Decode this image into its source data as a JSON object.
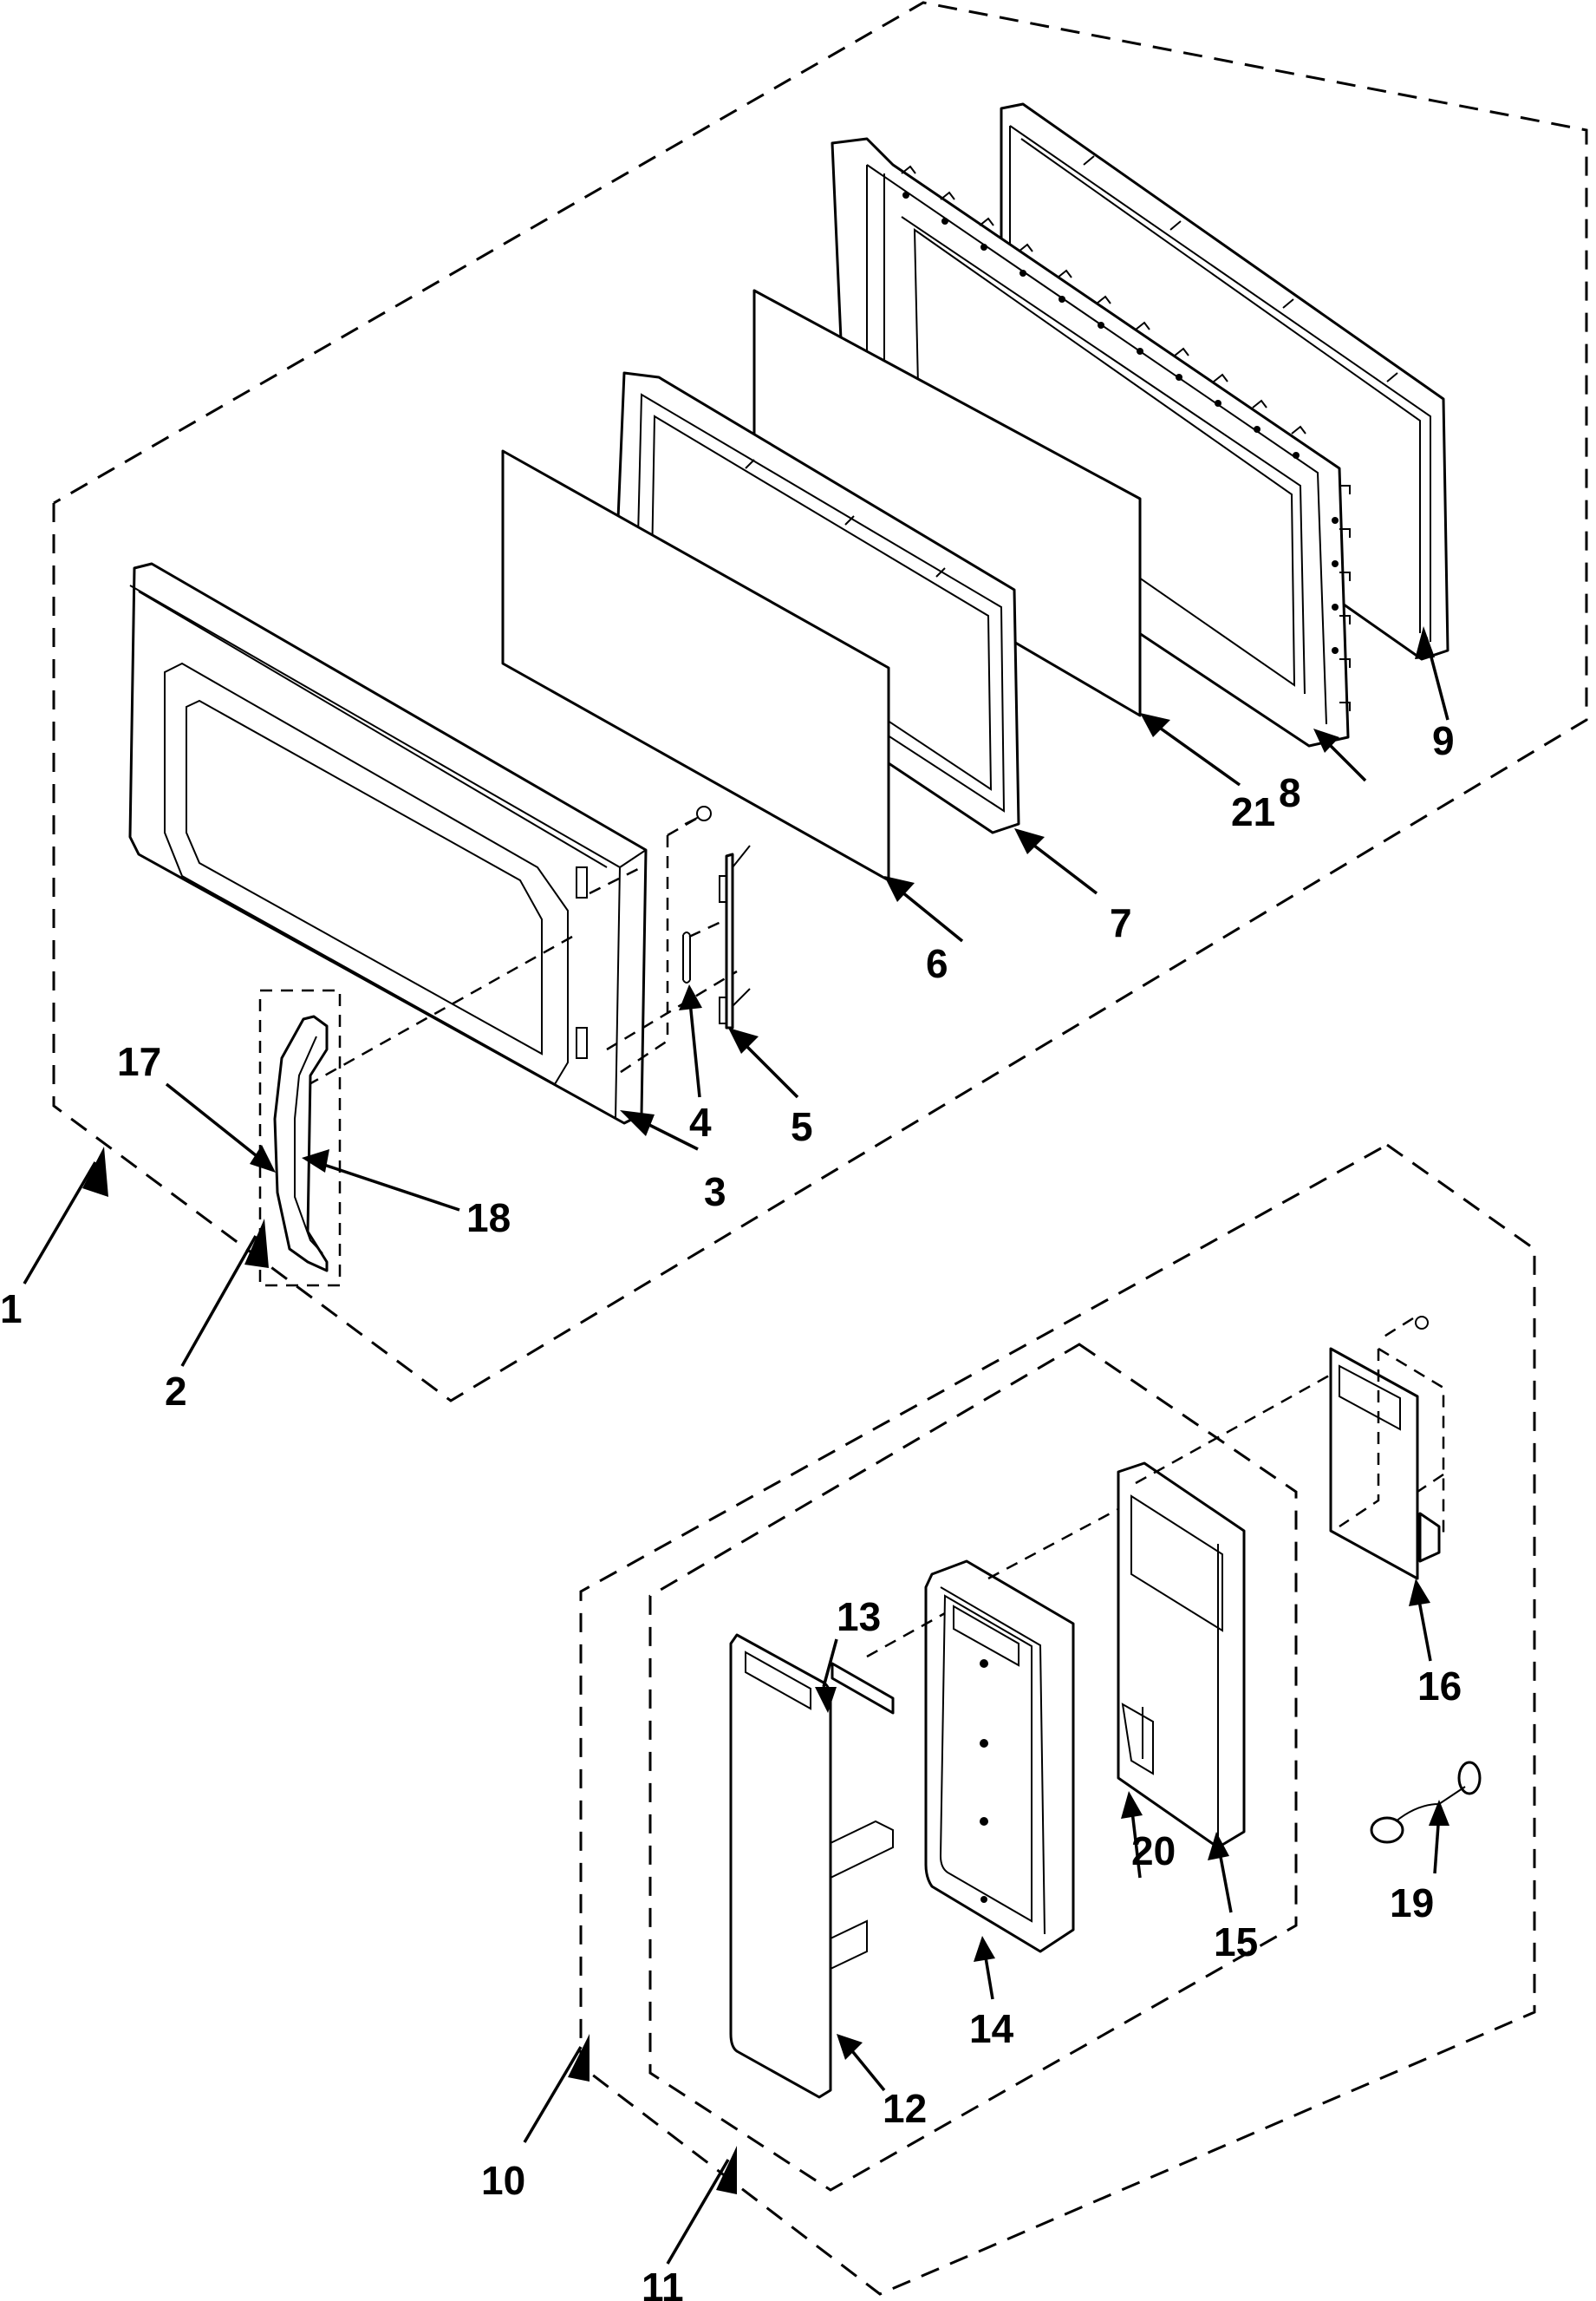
{
  "diagram": {
    "type": "exploded-parts-view",
    "subject": "microwave door and control panel assembly",
    "colors": {
      "line": "#000000",
      "background": "#ffffff"
    },
    "groups": [
      {
        "id": "door-assembly",
        "callout": "1",
        "contains": [
          "2",
          "3",
          "4",
          "5",
          "6",
          "7",
          "8",
          "9",
          "17",
          "18",
          "21"
        ]
      },
      {
        "id": "handle-assembly",
        "callout": "2",
        "contains": [
          "17",
          "18"
        ]
      },
      {
        "id": "control-panel-assembly",
        "callout": "10",
        "contains": [
          "11",
          "16",
          "19"
        ]
      },
      {
        "id": "control-panel-sub-assembly",
        "callout": "11",
        "contains": [
          "12",
          "13",
          "14",
          "15",
          "20"
        ]
      }
    ],
    "callouts": [
      {
        "id": "c1",
        "label": "1"
      },
      {
        "id": "c2",
        "label": "2"
      },
      {
        "id": "c3",
        "label": "3"
      },
      {
        "id": "c4",
        "label": "4"
      },
      {
        "id": "c5",
        "label": "5"
      },
      {
        "id": "c6",
        "label": "6"
      },
      {
        "id": "c7",
        "label": "7"
      },
      {
        "id": "c8",
        "label": "8"
      },
      {
        "id": "c9",
        "label": "9"
      },
      {
        "id": "c10",
        "label": "10"
      },
      {
        "id": "c11",
        "label": "11"
      },
      {
        "id": "c12",
        "label": "12"
      },
      {
        "id": "c13",
        "label": "13"
      },
      {
        "id": "c14",
        "label": "14"
      },
      {
        "id": "c15",
        "label": "15"
      },
      {
        "id": "c16",
        "label": "16"
      },
      {
        "id": "c17",
        "label": "17"
      },
      {
        "id": "c18",
        "label": "18"
      },
      {
        "id": "c19",
        "label": "19"
      },
      {
        "id": "c20",
        "label": "20"
      },
      {
        "id": "c21",
        "label": "21"
      }
    ]
  }
}
